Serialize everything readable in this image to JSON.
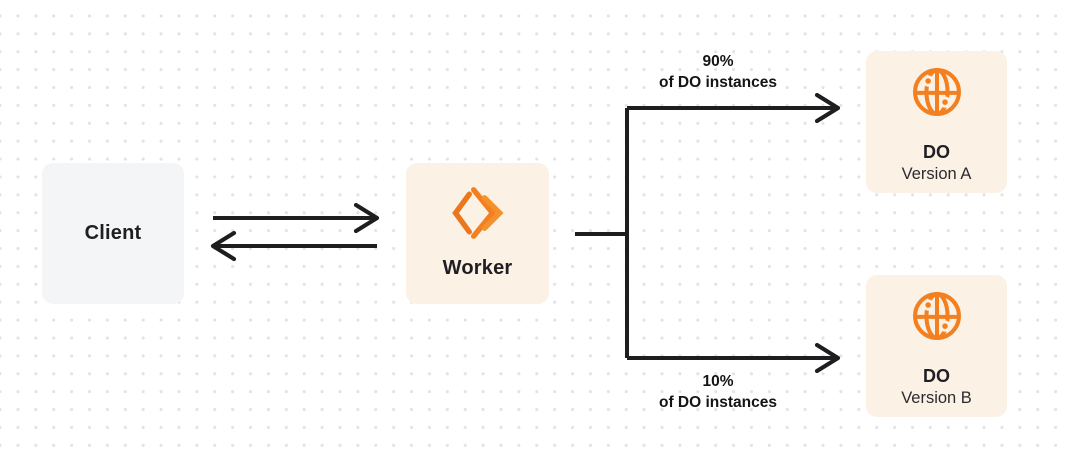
{
  "nodes": {
    "client": {
      "label": "Client"
    },
    "worker": {
      "label": "Worker"
    },
    "do_a": {
      "title": "DO",
      "subtitle": "Version A"
    },
    "do_b": {
      "title": "DO",
      "subtitle": "Version B"
    }
  },
  "edges": {
    "branch_a": {
      "line1": "90%",
      "line2": "of DO instances"
    },
    "branch_b": {
      "line1": "10%",
      "line2": "of DO instances"
    }
  },
  "icons": {
    "worker_icon": "workers-brackets-icon",
    "do_icon": "globe-icon"
  },
  "colors": {
    "accent_orange": "#f38020",
    "node_cream": "#fbf1e4",
    "node_gray": "#f4f5f6",
    "connector_dark": "#1e1e20",
    "dot_grid": "#e3e3e6",
    "background": "#ffffff"
  }
}
